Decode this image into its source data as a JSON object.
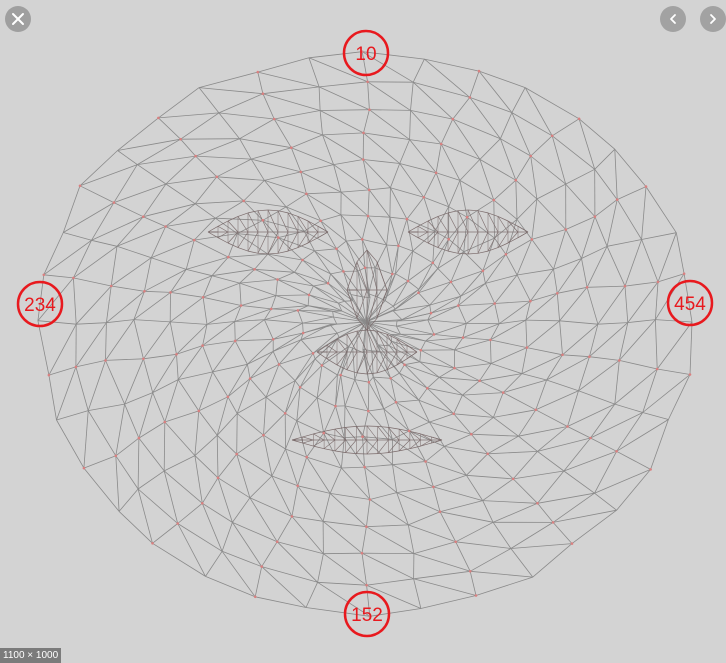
{
  "toolbar": {
    "close_icon": "close-icon",
    "prev_icon": "chevron-left-icon",
    "next_icon": "chevron-right-icon"
  },
  "image": {
    "dimensions": "1100 × 1000",
    "landmarks": [
      {
        "label": "10"
      },
      {
        "label": "234"
      },
      {
        "label": "454"
      },
      {
        "label": "152"
      }
    ]
  },
  "colors": {
    "background": "#d3d3d3",
    "mesh": "#8a8a8a",
    "feature_mesh": "#7a6a6a",
    "vertex": "#d98080",
    "highlight": "#e8191e",
    "button": "#a2a2a2"
  }
}
